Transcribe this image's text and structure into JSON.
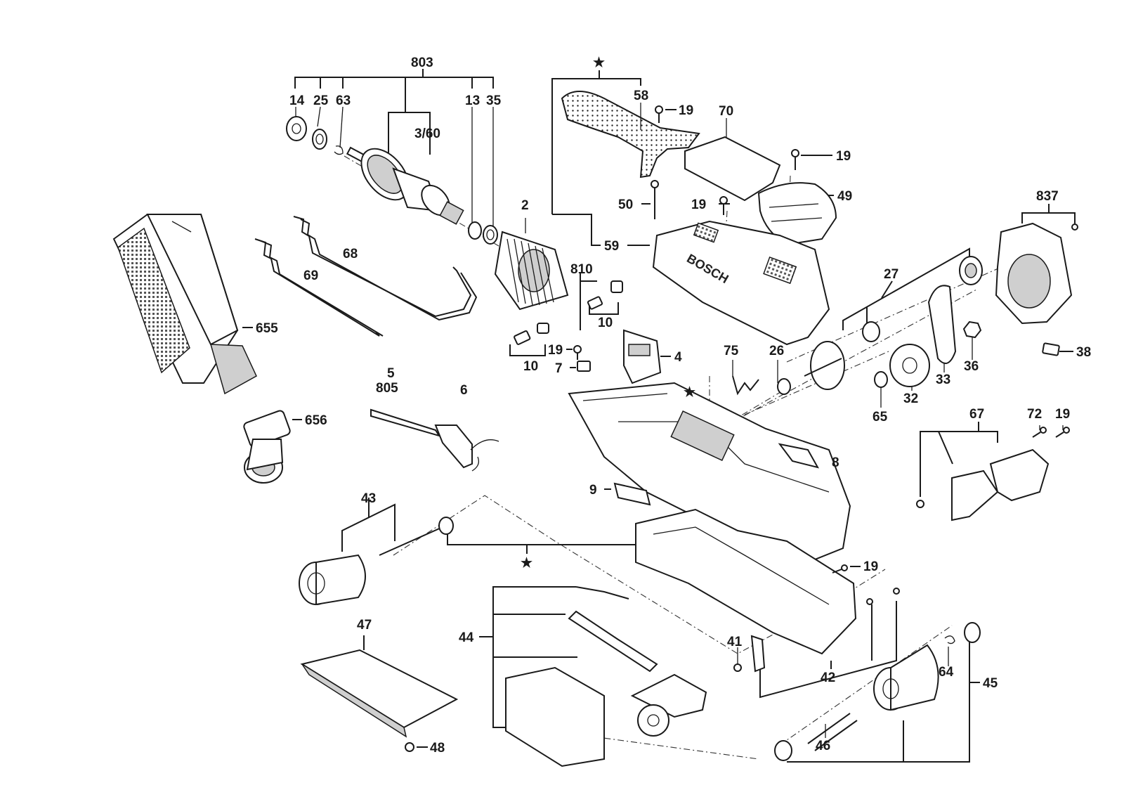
{
  "labels": {
    "p803": "803",
    "p14": "14",
    "p25": "25",
    "p63": "63",
    "p13": "13",
    "p35": "35",
    "p360": "3/60",
    "p2": "2",
    "p68": "68",
    "p69": "69",
    "p655": "655",
    "p656": "656",
    "p810": "810",
    "p10a": "10",
    "p10b": "10",
    "p19a": "19",
    "p7": "7",
    "p4": "4",
    "p5": "5",
    "p805": "805",
    "p6": "6",
    "star1": "★",
    "p58": "58",
    "p19b": "19",
    "p70": "70",
    "p19c": "19",
    "p49": "49",
    "p50": "50",
    "p19d": "19",
    "p59": "59",
    "p837": "837",
    "p27": "27",
    "p38": "38",
    "p75": "75",
    "p26": "26",
    "star2": "★",
    "p36": "36",
    "p33": "33",
    "p32": "32",
    "p65": "65",
    "p67": "67",
    "p72": "72",
    "p19e": "19",
    "p8": "8",
    "p9": "9",
    "p43": "43",
    "star3": "★",
    "p19f": "19",
    "p44": "44",
    "p47": "47",
    "p48": "48",
    "p41": "41",
    "p42": "42",
    "p64": "64",
    "p45": "45",
    "p46": "46"
  },
  "brand_text": "BOSCH"
}
